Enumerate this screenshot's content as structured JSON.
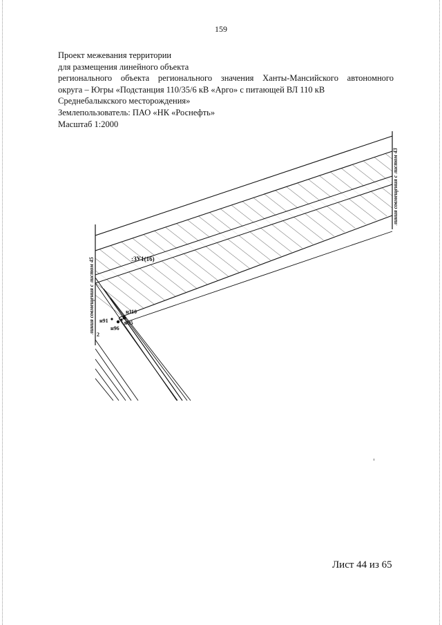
{
  "page": {
    "number": "159"
  },
  "header": {
    "line1": "Проект межевания территории",
    "line2": "для размещения линейного объекта",
    "line3": "регионального объекта регионального значения Ханты-Мансийского автономного",
    "line4": "округа – Югры «Подстанция 110/35/6 кВ «Арго» с питающей ВЛ 110 кВ",
    "line5": "Среднебалыкского месторождения»",
    "land_user": "Землепользователь: ПАО «НК «Роснефть»",
    "scale": "Масштаб 1:2000"
  },
  "drawing": {
    "parcel_label": ":ЗУ1(16)",
    "match_line_left": "линия совмещения с листом 45",
    "match_line_right": "линия совмещения с листом 43",
    "points": {
      "n110": "н110",
      "n91": "н91",
      "n95": "н95",
      "n96": "н96"
    },
    "edge_fragment": "2"
  },
  "footer": {
    "sheet": "Лист 44 из 65"
  }
}
